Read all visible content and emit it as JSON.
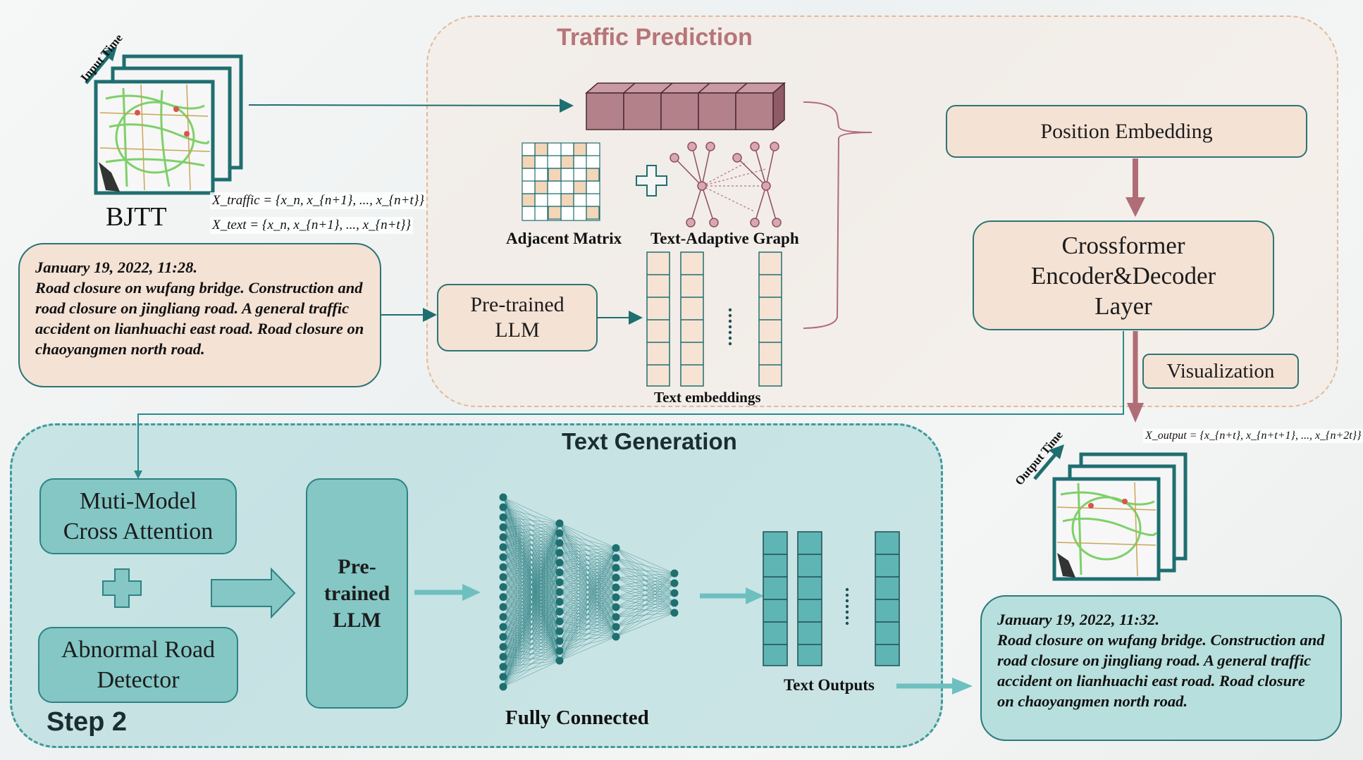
{
  "traffic_prediction": {
    "title": "Traffic Prediction",
    "input_time_label": "Input Time",
    "dataset_label": "BJTT",
    "formula_traffic": "X_traffic = {x_n, x_{n+1}, ..., x_{n+t}}",
    "formula_text": "X_text = {x_n, x_{n+1}, ..., x_{n+t}}",
    "adjacent_matrix_label": "Adjacent Matrix",
    "text_adaptive_graph_label": "Text-Adaptive Graph",
    "pretrained_llm_label": "Pre-trained LLM",
    "text_embeddings_label": "Text embeddings",
    "position_embedding_label": "Position Embedding",
    "crossformer_label": "Crossformer Encoder&Decoder Layer",
    "visualization_label": "Visualization",
    "output_time_label": "Output Time",
    "formula_output": "X_output = {x_{n+t}, x_{n+t+1}, ..., x_{n+2t}}"
  },
  "input_news": {
    "date": "January 19, 2022, 11:28.",
    "text": "Road closure on wufang bridge. Construction and road closure on jingliang road. A general traffic accident on lianhuachi east road. Road closure on chaoyangmen north road."
  },
  "text_generation": {
    "title": "Text Generation",
    "cross_attention_label": "Muti-Model Cross Attention",
    "abnormal_detector_label": "Abnormal Road Detector",
    "pretrained_llm_label": "Pre-trained LLM",
    "fully_connected_label": "Fully Connected",
    "text_outputs_label": "Text Outputs",
    "step_label": "Step 2"
  },
  "output_news": {
    "date": "January 19, 2022, 11:32.",
    "text": "Road closure on wufang bridge. Construction and road closure on jingliang road. A general traffic accident on lianhuachi east road. Road closure on chaoyangmen north road."
  },
  "colors": {
    "teal_dark": "#1f6e70",
    "teal_fill": "#84c7c5",
    "peach_fill": "#f4e2d5",
    "mauve": "#b77579",
    "tensor_fill": "#b3818a"
  }
}
